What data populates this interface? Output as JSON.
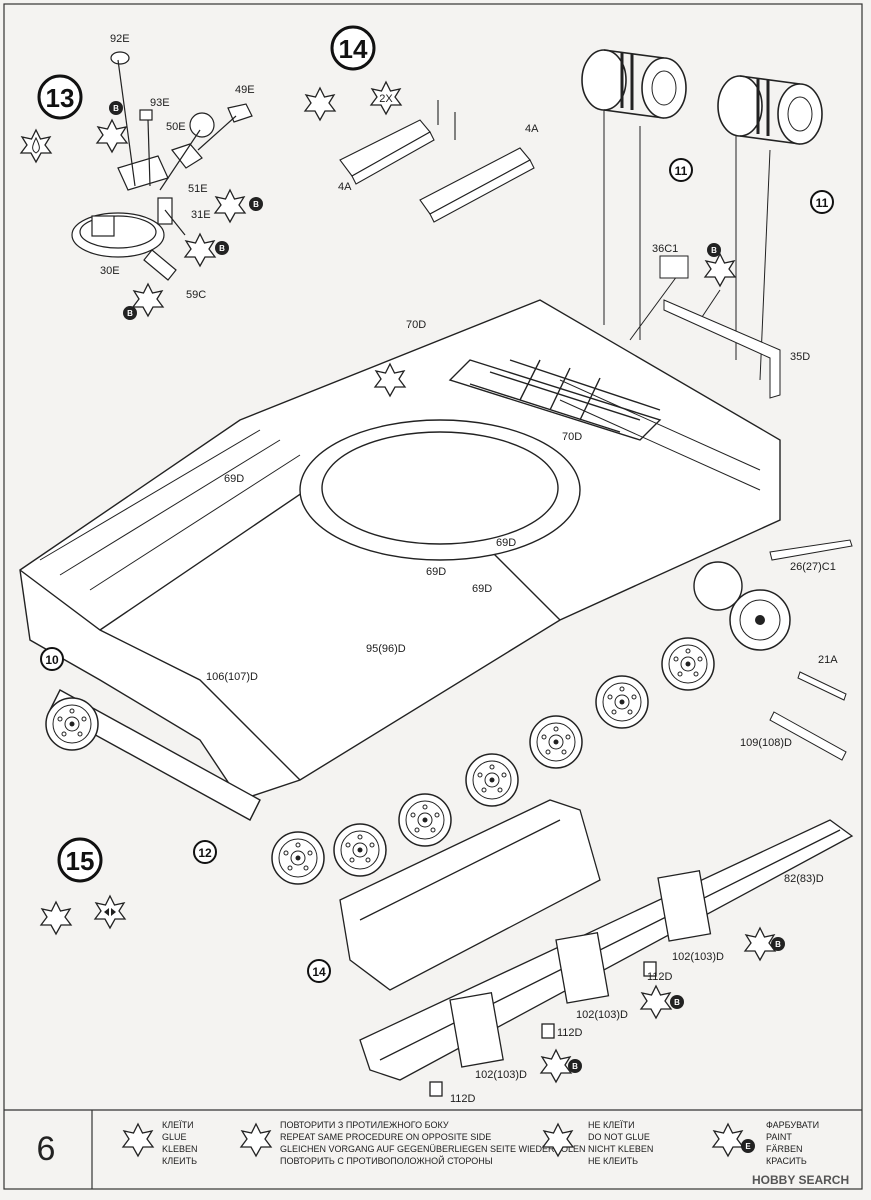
{
  "page_number": "6",
  "steps": {
    "s13": "13",
    "s14": "14",
    "s14_repeat": "2X",
    "s15": "15"
  },
  "callouts": {
    "c10": "10",
    "c11a": "11",
    "c11b": "11",
    "c12": "12",
    "c14": "14"
  },
  "paint_code": "B",
  "part_labels": {
    "p92E": "92E",
    "p93E": "93E",
    "p49E": "49E",
    "p50E": "50E",
    "p51E": "51E",
    "p31E": "31E",
    "p30E": "30E",
    "p59C": "59C",
    "p4A_left": "4A",
    "p4A_right": "4A",
    "p36C1": "36C1",
    "p35D": "35D",
    "p70D_top": "70D",
    "p70D_mid": "70D",
    "p69D_left": "69D",
    "p69D_right": "69D",
    "p69D_c1": "69D",
    "p69D_c2": "69D",
    "p95": "95(96)D",
    "p106": "106(107)D",
    "p26": "26(27)C1",
    "p21A": "21A",
    "p109": "109(108)D",
    "p82": "82(83)D",
    "p102a": "102(103)D",
    "p102b": "102(103)D",
    "p102c": "102(103)D",
    "p112a": "112D",
    "p112b": "112D",
    "p112c": "112D"
  },
  "legend": {
    "glue": [
      "КЛЕЇТИ",
      "GLUE",
      "KLEBEN",
      "КЛЕИТЬ"
    ],
    "repeat": [
      "ПОВТОРИТИ З ПРОТИЛЕЖНОГО БОКУ",
      "REPEAT SAME PROCEDURE ON OPPOSITE SIDE",
      "GLEICHEN VORGANG AUF GEGENÜBERLIEGEN SEITE WIEDERHOLEN",
      "ПОВТОРИТЬ С ПРОТИВОПОЛОЖНОЙ СТОРОНЫ"
    ],
    "noglue": [
      "НЕ КЛЕЇТИ",
      "DO NOT GLUE",
      "NICHT KLEBEN",
      "НЕ КЛЕИТЬ"
    ],
    "paint": [
      "ФАРБУВАТИ",
      "PAINT",
      "FÄRBEN",
      "КРАСИТЬ"
    ],
    "paint_code": "E"
  },
  "watermark": "HOBBY SEARCH"
}
